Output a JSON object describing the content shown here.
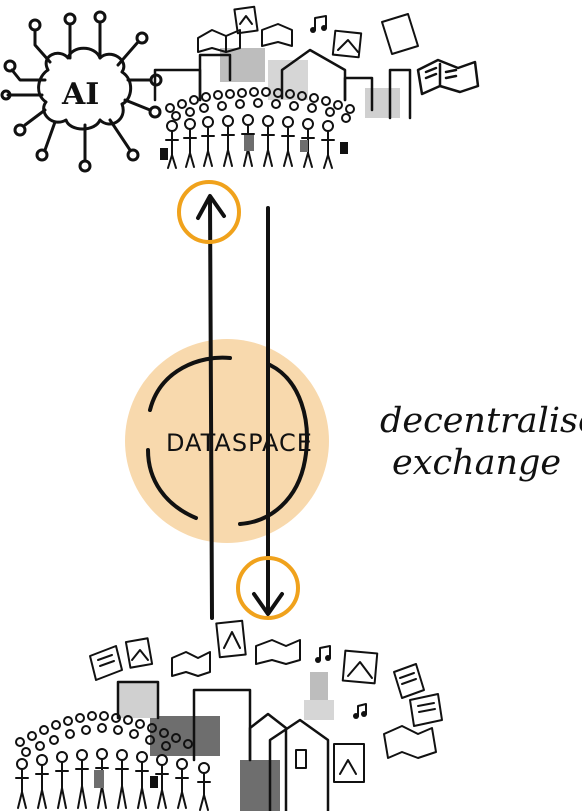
{
  "diagram": {
    "ai_label": "AI",
    "center_label": "DATASPACE",
    "side_label_line1": "decentralised",
    "side_label_line2": "exchange"
  },
  "colors": {
    "ink": "#111111",
    "circle_fill": "#f8d9ad",
    "highlight_ring": "#f0a21c",
    "building_grey": "#bdbdbd",
    "building_dark": "#6e6e6e"
  },
  "icons": [
    "ai-brain-icon",
    "circuit-network-icon",
    "crowd-of-people-icon",
    "city-buildings-icon",
    "open-book-icon",
    "document-icon",
    "framed-picture-icon",
    "music-note-icon",
    "up-arrow-icon",
    "down-arrow-icon"
  ]
}
